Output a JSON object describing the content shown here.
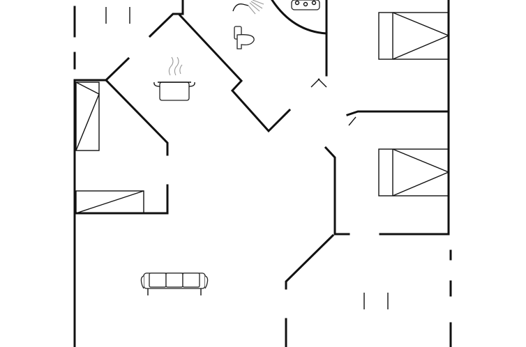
{
  "plan": {
    "line_color": "#111111",
    "background": "#ffffff",
    "fixtures": [
      {
        "name": "shower-icon",
        "room": "bathroom"
      },
      {
        "name": "toilet-icon",
        "room": "bathroom"
      },
      {
        "name": "hot-tub-icon",
        "room": "bathroom"
      },
      {
        "name": "cooking-pot-icon",
        "room": "kitchen"
      },
      {
        "name": "double-bed-icon",
        "room": "bedroom-1"
      },
      {
        "name": "double-bed-icon",
        "room": "bedroom-2"
      },
      {
        "name": "single-bed-icon",
        "room": "bedroom-3"
      },
      {
        "name": "single-bed-icon",
        "room": "bedroom-3"
      },
      {
        "name": "sofa-icon",
        "room": "living-room"
      }
    ]
  }
}
